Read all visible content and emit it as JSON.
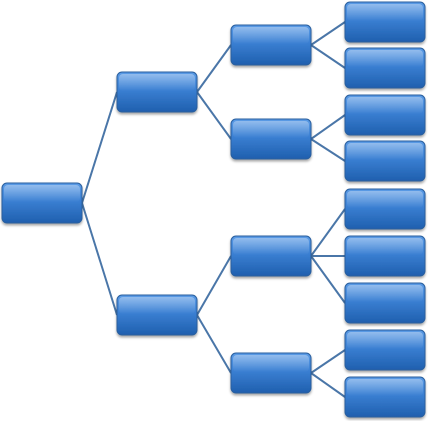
{
  "diagram": {
    "type": "tree",
    "orientation": "left-to-right",
    "colors": {
      "node_fill_top": "#5b9be6",
      "node_fill_bottom": "#1f5fae",
      "node_border": "#2a5f9e",
      "connector": "#4a76a8",
      "background": "#ffffff"
    },
    "nodes": [
      {
        "id": "root",
        "level": 0,
        "label": ""
      },
      {
        "id": "a",
        "level": 1,
        "parent": "root",
        "label": ""
      },
      {
        "id": "b",
        "level": 1,
        "parent": "root",
        "label": ""
      },
      {
        "id": "a1",
        "level": 2,
        "parent": "a",
        "label": ""
      },
      {
        "id": "a2",
        "level": 2,
        "parent": "a",
        "label": ""
      },
      {
        "id": "b1",
        "level": 2,
        "parent": "b",
        "label": ""
      },
      {
        "id": "b2",
        "level": 2,
        "parent": "b",
        "label": ""
      },
      {
        "id": "a1x",
        "level": 3,
        "parent": "a1",
        "label": ""
      },
      {
        "id": "a1y",
        "level": 3,
        "parent": "a1",
        "label": ""
      },
      {
        "id": "a2x",
        "level": 3,
        "parent": "a2",
        "label": ""
      },
      {
        "id": "a2y",
        "level": 3,
        "parent": "a2",
        "label": ""
      },
      {
        "id": "b1x",
        "level": 3,
        "parent": "b1",
        "label": ""
      },
      {
        "id": "b1y",
        "level": 3,
        "parent": "b1",
        "label": ""
      },
      {
        "id": "b1z",
        "level": 3,
        "parent": "b1",
        "label": ""
      },
      {
        "id": "b2x",
        "level": 3,
        "parent": "b2",
        "label": ""
      },
      {
        "id": "b2y",
        "level": 3,
        "parent": "b2",
        "label": ""
      }
    ]
  }
}
